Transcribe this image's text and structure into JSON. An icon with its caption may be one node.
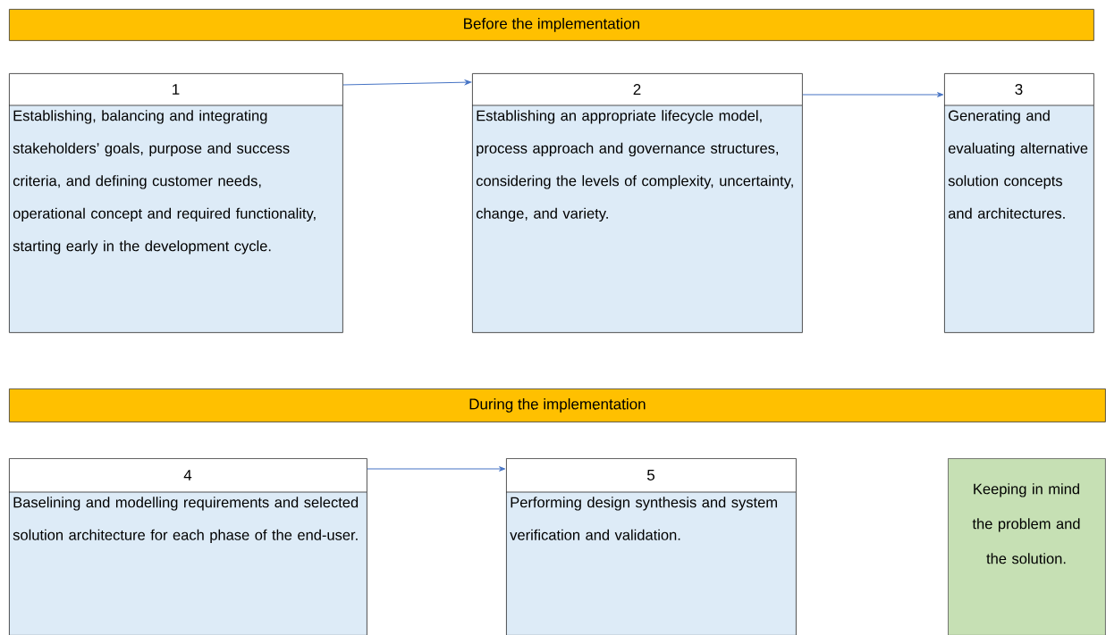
{
  "diagram": {
    "nodes": [
      {
        "text": [
          "Before the implementation"
        ]
      },
      {
        "text": [
          "1",
          "Establishing, balancing and integrating stakeholders’ goals, purpose and success criteria, and defining customer needs, operational concept and required functionality, starting early in the development cycle."
        ]
      },
      {
        "text": [
          "2",
          "Establishing an appropriate lifecycle model, process approach and governance structures, considering the levels of complexity, uncertainty, change, and variety."
        ]
      },
      {
        "text": [
          "3",
          "Generating and evaluating alternative solution concepts and architectures."
        ]
      },
      {
        "text": [
          "During the implementation"
        ]
      },
      {
        "text": [
          "4",
          "Baselining and modelling requirements and selected solution architecture for each phase of the end-user."
        ]
      },
      {
        "text": [
          "5",
          "Performing design synthesis and system verification and validation."
        ]
      },
      {
        "text": [
          "Keeping in mind the problem and the solution."
        ]
      }
    ],
    "edges": [
      {
        "from": 1,
        "to": 2,
        "arrow": "to"
      },
      {
        "from": 2,
        "to": 3,
        "arrow": "to"
      },
      {
        "from": 5,
        "to": 6,
        "arrow": "to"
      }
    ]
  }
}
